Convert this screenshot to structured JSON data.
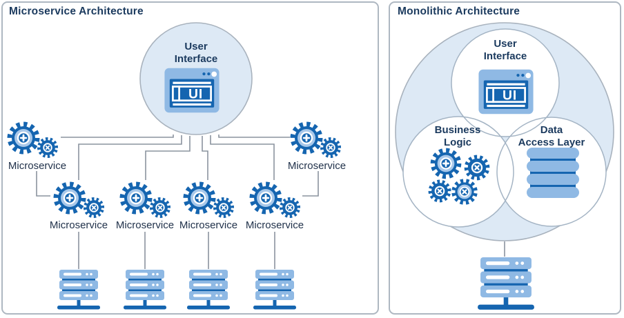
{
  "left_panel": {
    "title": "Microservice Architecture",
    "user_interface": {
      "line1": "User",
      "line2": "Interface"
    },
    "microservice_labels": [
      "Microservice",
      "Microservice",
      "Microservice",
      "Microservice",
      "Microservice",
      "Microservice"
    ]
  },
  "right_panel": {
    "title": "Monolithic Architecture",
    "user_interface": {
      "line1": "User",
      "line2": "Interface"
    },
    "business_logic": {
      "line1": "Business",
      "line2": "Logic"
    },
    "data_access": {
      "line1": "Data",
      "line2": "Access Layer"
    }
  },
  "shared": {
    "ui_icon_text": "UI"
  },
  "colors": {
    "dark_blue": "#1565b0",
    "light_blue": "#8fb9e4",
    "gear_disc_blue": "#a8c8ea",
    "pale_circle_fill": "#dde9f5",
    "circle_stroke": "#a8b2bd",
    "connector_gray": "#8a939e",
    "navy_text": "#1b3a5e"
  }
}
